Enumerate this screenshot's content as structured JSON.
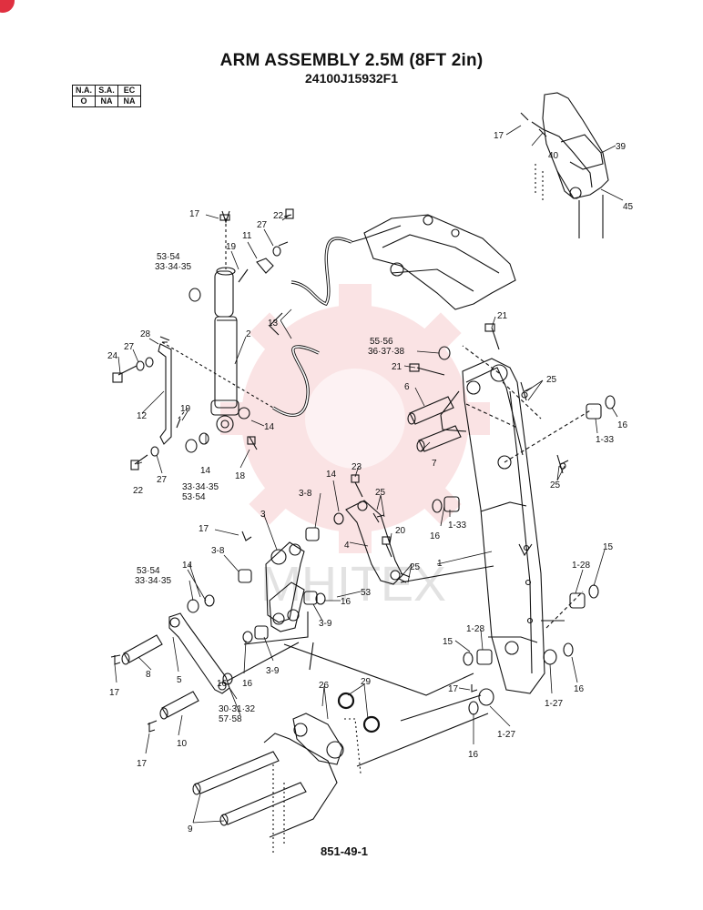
{
  "header": {
    "title": "ARM ASSEMBLY 2.5M (8FT 2in)",
    "part_code": "24100J15932F1"
  },
  "applicability": {
    "headers": [
      "N.A.",
      "S.A.",
      "EC"
    ],
    "values": [
      "O",
      "NA",
      "NA"
    ]
  },
  "watermark": "MHITEX",
  "footer": {
    "page_ref": "851-49-1"
  },
  "callouts": [
    {
      "id": "c17a",
      "text": "17"
    },
    {
      "id": "c40",
      "text": "40"
    },
    {
      "id": "c39",
      "text": "39"
    },
    {
      "id": "c45",
      "text": "45"
    },
    {
      "id": "c17b",
      "text": "17"
    },
    {
      "id": "c22a",
      "text": "22"
    },
    {
      "id": "c27a",
      "text": "27"
    },
    {
      "id": "c11",
      "text": "11"
    },
    {
      "id": "c19a",
      "text": "19"
    },
    {
      "id": "c5354a",
      "text": "53·54"
    },
    {
      "id": "c333435a",
      "text": "33·34·35"
    },
    {
      "id": "c13",
      "text": "13"
    },
    {
      "id": "c2",
      "text": "2"
    },
    {
      "id": "c28",
      "text": "28"
    },
    {
      "id": "c27b",
      "text": "27"
    },
    {
      "id": "c24",
      "text": "24"
    },
    {
      "id": "c12",
      "text": "12"
    },
    {
      "id": "c19b",
      "text": "19"
    },
    {
      "id": "c14a",
      "text": "14"
    },
    {
      "id": "c14b",
      "text": "14"
    },
    {
      "id": "c18",
      "text": "18"
    },
    {
      "id": "c333435b",
      "text": "33·34·35"
    },
    {
      "id": "c5354b",
      "text": "53·54"
    },
    {
      "id": "c22b",
      "text": "22"
    },
    {
      "id": "c27c",
      "text": "27"
    },
    {
      "id": "c21a",
      "text": "21"
    },
    {
      "id": "c5556",
      "text": "55·56"
    },
    {
      "id": "c363738",
      "text": "36·37·38"
    },
    {
      "id": "c21b",
      "text": "21"
    },
    {
      "id": "c6",
      "text": "6"
    },
    {
      "id": "c25a",
      "text": "25"
    },
    {
      "id": "c16a",
      "text": "16"
    },
    {
      "id": "c133a",
      "text": "1-33"
    },
    {
      "id": "c7",
      "text": "7"
    },
    {
      "id": "c25b",
      "text": "25"
    },
    {
      "id": "c23",
      "text": "23"
    },
    {
      "id": "c14c",
      "text": "14"
    },
    {
      "id": "c38a",
      "text": "3-8"
    },
    {
      "id": "c25c",
      "text": "25"
    },
    {
      "id": "c16b",
      "text": "16"
    },
    {
      "id": "c133b",
      "text": "1-33"
    },
    {
      "id": "c17c",
      "text": "17"
    },
    {
      "id": "c3",
      "text": "3"
    },
    {
      "id": "c20",
      "text": "20"
    },
    {
      "id": "c4",
      "text": "4"
    },
    {
      "id": "c38b",
      "text": "3-8"
    },
    {
      "id": "c5354c",
      "text": "53·54"
    },
    {
      "id": "c333435c",
      "text": "33·34·35"
    },
    {
      "id": "c14d",
      "text": "14"
    },
    {
      "id": "c25d",
      "text": "25"
    },
    {
      "id": "c1",
      "text": "1"
    },
    {
      "id": "c53",
      "text": "53"
    },
    {
      "id": "c16c",
      "text": "16"
    },
    {
      "id": "c39b",
      "text": "3-9"
    },
    {
      "id": "c15a",
      "text": "15"
    },
    {
      "id": "c128a",
      "text": "1-28"
    },
    {
      "id": "c128b",
      "text": "1-28"
    },
    {
      "id": "c15b",
      "text": "15"
    },
    {
      "id": "c39c",
      "text": "3-9"
    },
    {
      "id": "c16d",
      "text": "16"
    },
    {
      "id": "c8",
      "text": "8"
    },
    {
      "id": "c5",
      "text": "5"
    },
    {
      "id": "c17d",
      "text": "17"
    },
    {
      "id": "c303132",
      "text": "30·31·32"
    },
    {
      "id": "c5758",
      "text": "57·58"
    },
    {
      "id": "c26",
      "text": "26"
    },
    {
      "id": "c29",
      "text": "29"
    },
    {
      "id": "c17e",
      "text": "17"
    },
    {
      "id": "c16e",
      "text": "16"
    },
    {
      "id": "c127a",
      "text": "1-27"
    },
    {
      "id": "c127b",
      "text": "1-27"
    },
    {
      "id": "c16f",
      "text": "16"
    },
    {
      "id": "c16g",
      "text": "16"
    },
    {
      "id": "c10",
      "text": "10"
    },
    {
      "id": "c17f",
      "text": "17"
    },
    {
      "id": "c9",
      "text": "9"
    }
  ]
}
